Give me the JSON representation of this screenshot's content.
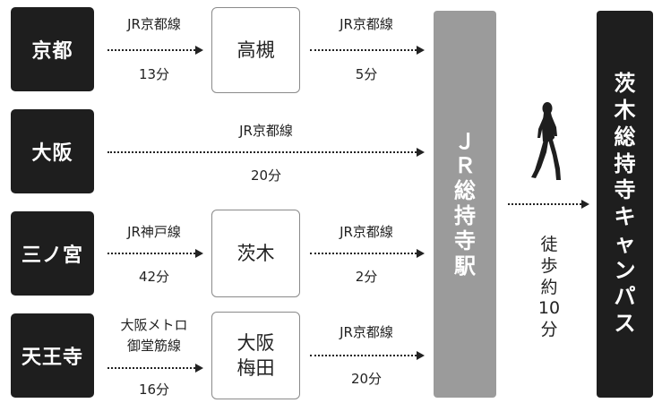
{
  "routes": [
    {
      "origin": "京都",
      "leg1": {
        "line": "JR京都線",
        "time": "13分"
      },
      "via": [
        "高槻"
      ],
      "leg2": {
        "line": "JR京都線",
        "time": "5分"
      }
    },
    {
      "origin": "大阪",
      "direct": {
        "line": "JR京都線",
        "time": "20分"
      }
    },
    {
      "origin": "三ノ宮",
      "leg1": {
        "line": "JR神戸線",
        "time": "42分"
      },
      "via": [
        "茨木"
      ],
      "leg2": {
        "line": "JR京都線",
        "time": "2分"
      }
    },
    {
      "origin": "天王寺",
      "leg1": {
        "line_lines": [
          "大阪メトロ",
          "御堂筋線"
        ],
        "time": "16分"
      },
      "via": [
        "大阪",
        "梅田"
      ],
      "leg2": {
        "line": "JR京都線",
        "time": "20分"
      }
    }
  ],
  "station": {
    "chars": [
      "Ｊ",
      "Ｒ",
      "総",
      "持",
      "寺",
      "駅"
    ]
  },
  "walk": {
    "chars": [
      "徒",
      "歩",
      "約",
      "10",
      "分"
    ]
  },
  "campus": {
    "chars": [
      "茨",
      "木",
      "総",
      "持",
      "寺",
      "キ",
      "ャ",
      "ン",
      "パ",
      "ス"
    ]
  },
  "icons": {
    "walker": "walking-person-silhouette"
  }
}
